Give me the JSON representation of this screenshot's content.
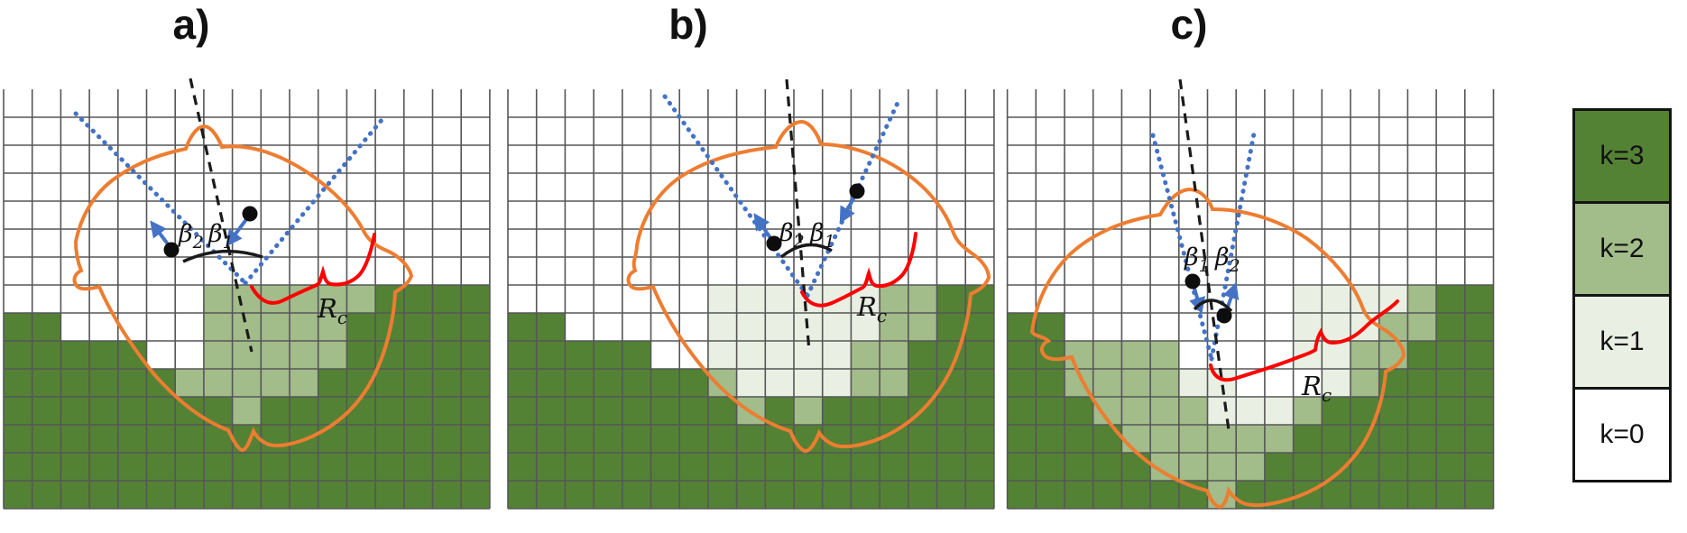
{
  "figure": {
    "legend": {
      "items": [
        {
          "label": "k=3",
          "color": "#548235"
        },
        {
          "label": "k=2",
          "color": "#a2bc8a"
        },
        {
          "label": "k=1",
          "color": "#e9efe2"
        },
        {
          "label": "k=0",
          "color": "#ffffff"
        }
      ]
    },
    "colors": {
      "k0": "#ffffff",
      "k1": "#e9efe2",
      "k2": "#a2bc8a",
      "k3": "#548235",
      "grid_line": "#565658",
      "blob_orange": "#ed7d31",
      "ray_blue": "#4472c4",
      "brace_red": "#ff0000",
      "ink_black": "#141414"
    },
    "panels": [
      {
        "id": "a",
        "title": "a)",
        "beta_left": {
          "base": "β",
          "sub": "2"
        },
        "beta_right": {
          "base": "β",
          "sub": "1"
        },
        "radius_label": {
          "base": "R",
          "sub": "c"
        },
        "grid": [
          "00000000000000000",
          "00000000000000000",
          "00000000000000000",
          "00000000000000000",
          "00000000000000000",
          "00000000000000000",
          "00000000000000000",
          "00000002222223333",
          "33000002222233333",
          "33333002222233333",
          "33333322222333333",
          "33333333233333333",
          "33333333333333333",
          "33333333333333333",
          "33333333333333333"
        ]
      },
      {
        "id": "b",
        "title": "b)",
        "beta_left": {
          "base": "β",
          "sub": "2"
        },
        "beta_right": {
          "base": "β",
          "sub": "1"
        },
        "radius_label": {
          "base": "R",
          "sub": "c"
        },
        "grid": [
          "00000000000000000",
          "00000000000000000",
          "00000000000000000",
          "00000000000000000",
          "00000000000000000",
          "00000000000000000",
          "00000000000000000",
          "00000001111112233",
          "33000001111112233",
          "33333001111122333",
          "33333332111122333",
          "33333333232333333",
          "33333333333333333",
          "33333333333333333",
          "33333333333333333"
        ]
      },
      {
        "id": "c",
        "title": "c)",
        "beta_left": {
          "base": "β",
          "sub": "1"
        },
        "beta_right": {
          "base": "β",
          "sub": "2"
        },
        "radius_label": {
          "base": "R",
          "sub": "c"
        },
        "grid": [
          "00000000000000000",
          "00000000000000000",
          "00000000000000000",
          "00000000000000000",
          "00000000000000000",
          "00000000000000000",
          "00000000000000000",
          "00000000001111233",
          "33000000001112233",
          "33222200001122333",
          "33222211000123333",
          "33322221112333333",
          "33332222223333333",
          "33333222233333333",
          "33333332333333333"
        ]
      }
    ]
  }
}
